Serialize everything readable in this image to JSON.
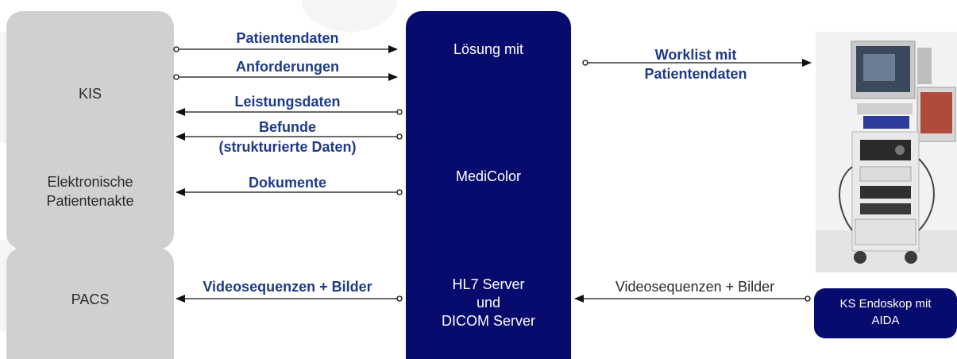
{
  "left_blocks": {
    "kis": "KIS",
    "epa_line1": "Elektronische",
    "epa_line2": "Patientenakte",
    "pacs": "PACS"
  },
  "center_block": {
    "top": "Lösung mit",
    "middle": "MediColor",
    "bottom_line1": "HL7 Server",
    "bottom_line2": "und",
    "bottom_line3": "DICOM Server"
  },
  "right_block": {
    "line1": "KS Endoskop mit",
    "line2": "AIDA"
  },
  "flows": {
    "patientendaten": "Patientendaten",
    "anforderungen": "Anforderungen",
    "leistungsdaten": "Leistungsdaten",
    "befunde_line1": "Befunde",
    "befunde_line2": "(strukturierte Daten)",
    "dokumente": "Dokumente",
    "video_left": "Videosequenzen + Bilder",
    "worklist_line1": "Worklist mit",
    "worklist_line2": "Patientendaten",
    "video_right": "Videosequenzen + Bilder"
  },
  "colors": {
    "navy": "#070b6e",
    "gray_box": "#d0d0d0",
    "label_blue": "#1f3a87"
  }
}
